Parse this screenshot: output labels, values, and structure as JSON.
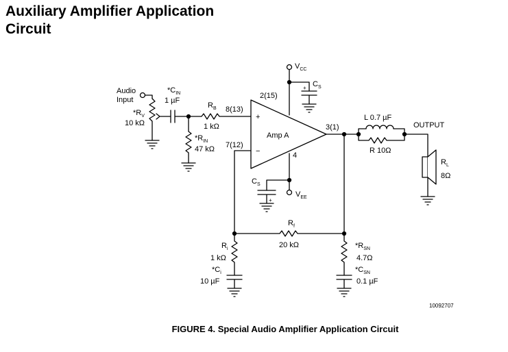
{
  "title": {
    "line1": "Auxiliary Amplifier Application",
    "line2": "Circuit"
  },
  "caption": "FIGURE 4. Special Audio Amplifier Application Circuit",
  "figure_id": "10092707",
  "labels": {
    "audio_input_1": "Audio",
    "audio_input_2": "Input",
    "ry_name": "*R",
    "ry_sub": "V",
    "ry_value": "10 kΩ",
    "cin_name": "*C",
    "cin_sub": "IN",
    "cin_value": "1 µF",
    "rb_name": "R",
    "rb_sub": "B",
    "rb_value": "1 kΩ",
    "rin_name": "*R",
    "rin_sub": "IN",
    "rin_value": "47 kΩ",
    "pin_plus": "8(13)",
    "pin_minus": "7(12)",
    "pin_vcc": "2(15)",
    "pin_out": "3(1)",
    "pin_vee": "4",
    "amp": "Amp A",
    "plus": "+",
    "minus": "−",
    "vcc_name": "V",
    "vcc_sub": "CC",
    "vee_name": "V",
    "vee_sub": "EE",
    "cs_name": "C",
    "cs_sub": "S",
    "l_label": "L 0.7 µF",
    "r_label": "R 10Ω",
    "output": "OUTPUT",
    "rl_name": "R",
    "rl_sub": "L",
    "rl_value": "8Ω",
    "rf_name": "R",
    "rf_sub": "f",
    "rf_value": "20 kΩ",
    "ri_name": "R",
    "ri_sub": "i",
    "ri_value": "1 kΩ",
    "ci_name": "*C",
    "ci_sub": "i",
    "ci_value": "10 µF",
    "rsn_name": "*R",
    "rsn_sub": "SN",
    "rsn_value": "4.7Ω",
    "csn_name": "*C",
    "csn_sub": "SN",
    "csn_value": "0.1 µF"
  }
}
